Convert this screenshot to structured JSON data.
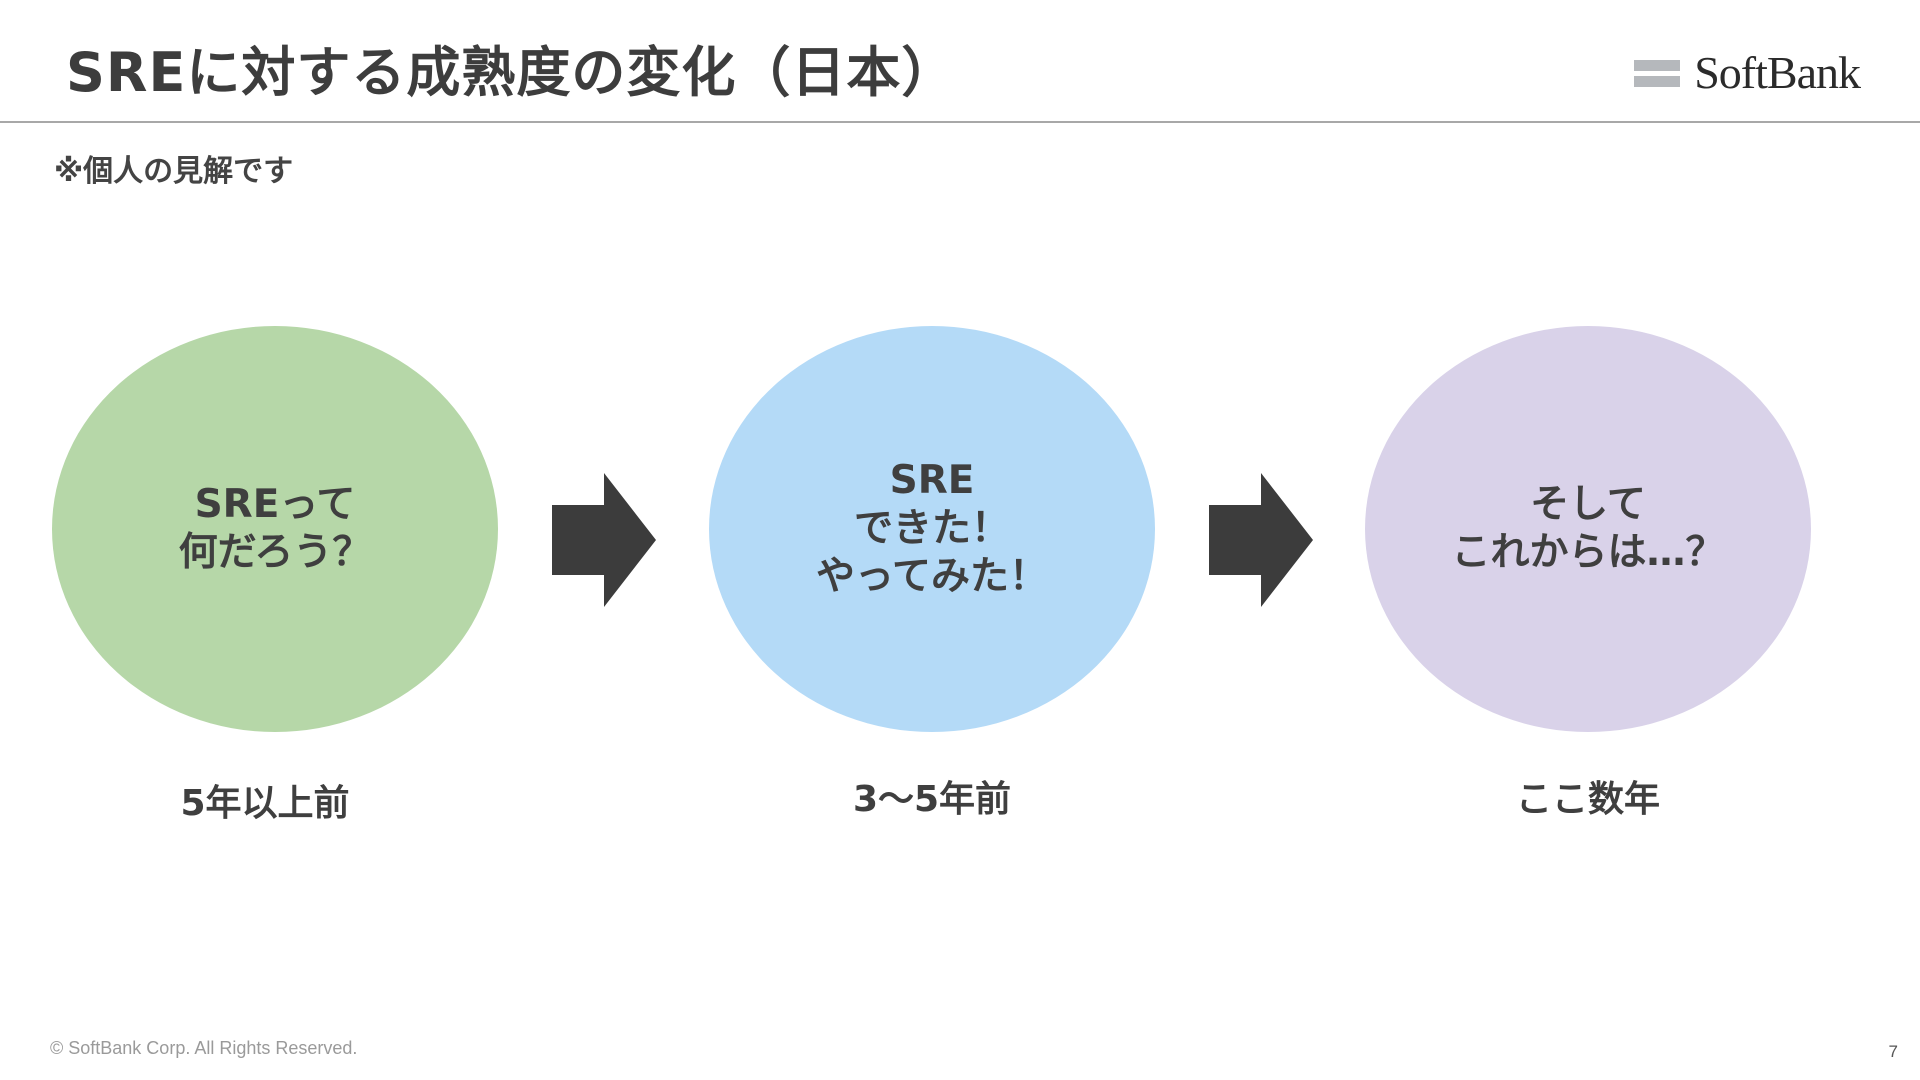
{
  "header": {
    "title": "SREに対する成熟度の変化（日本）",
    "logo_text": "SoftBank"
  },
  "note": "※個人の見解です",
  "stages": [
    {
      "label": "SREって\n何だろう？",
      "period": "5年以上前",
      "color": "#b6d7a8"
    },
    {
      "label": "SRE\nできた！\nやってみた！",
      "period": "3〜5年前",
      "color": "#b4daf7"
    },
    {
      "label": "そして\nこれからは…？",
      "period": "ここ数年",
      "color": "#d9d2e9"
    }
  ],
  "arrow_color": "#3c3c3c",
  "footer": {
    "copyright": "© SoftBank Corp. All Rights Reserved.",
    "page_number": "7"
  }
}
